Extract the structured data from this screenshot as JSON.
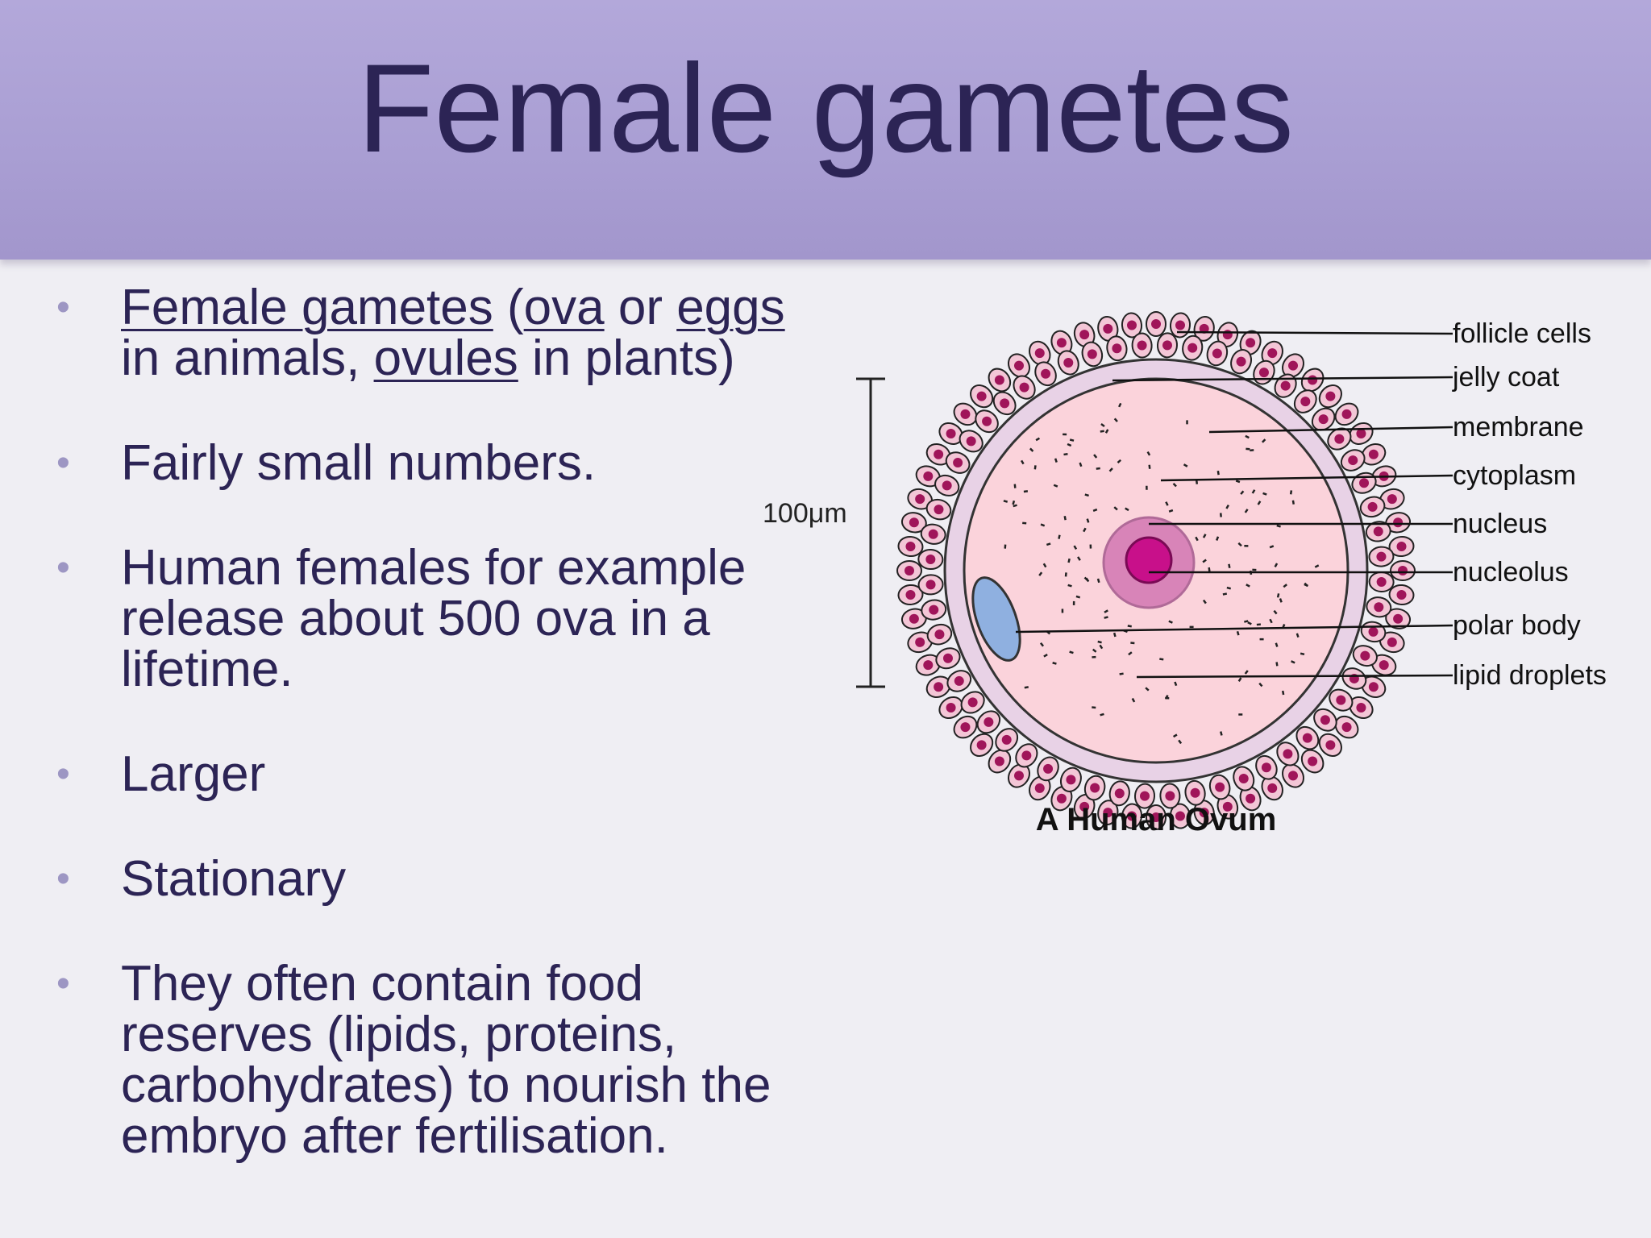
{
  "slide": {
    "title": "Female gametes"
  },
  "bullets": [
    {
      "parts": [
        {
          "text": "Female gametes",
          "underline": true
        },
        {
          "text": " (",
          "underline": false
        },
        {
          "text": "ova",
          "underline": true
        },
        {
          "text": " or ",
          "underline": false
        },
        {
          "text": "eggs",
          "underline": true
        },
        {
          "text": " in animals, ",
          "underline": false
        },
        {
          "text": "ovules",
          "underline": true
        },
        {
          "text": " in plants)",
          "underline": false
        }
      ]
    },
    {
      "parts": [
        {
          "text": "Fairly small numbers.",
          "underline": false
        }
      ]
    },
    {
      "parts": [
        {
          "text": "Human females for example release about 500 ova in a lifetime.",
          "underline": false
        }
      ]
    },
    {
      "parts": [
        {
          "text": "Larger",
          "underline": false
        }
      ]
    },
    {
      "parts": [
        {
          "text": "Stationary",
          "underline": false
        }
      ]
    },
    {
      "parts": [
        {
          "text": "They often contain food reserves (lipids, proteins, carbohydrates) to nourish the embryo after fertilisation.",
          "underline": false
        }
      ]
    }
  ],
  "diagram": {
    "caption": "A Human Ovum",
    "scale_label": "100μm",
    "labels": [
      "follicle cells",
      "jelly coat",
      "membrane",
      "cytoplasm",
      "nucleus",
      "nucleolus",
      "polar body",
      "lipid droplets"
    ],
    "colors": {
      "follicle_cell_fill": "#f3c6d6",
      "follicle_nucleus": "#a0155a",
      "jelly_coat": "#e8d2e6",
      "cytoplasm": "#fbd3db",
      "nucleus": "#d884b8",
      "nucleolus": "#c8108a",
      "polar_body": "#8fb0e0"
    }
  }
}
